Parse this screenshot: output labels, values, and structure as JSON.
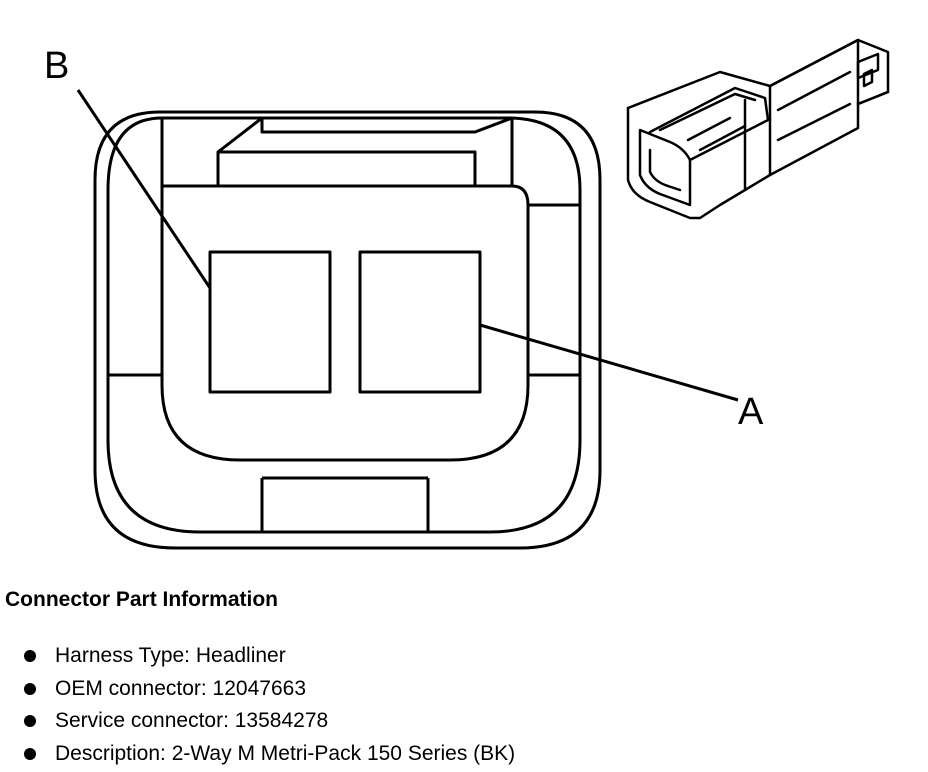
{
  "diagram": {
    "callouts": [
      "B",
      "A"
    ]
  },
  "info": {
    "title": "Connector Part Information",
    "items": [
      "Harness Type: Headliner",
      "OEM connector: 12047663",
      "Service connector: 13584278",
      "Description: 2-Way M Metri-Pack 150 Series (BK)"
    ]
  },
  "colors": {
    "line": "#000000",
    "background": "#ffffff"
  }
}
